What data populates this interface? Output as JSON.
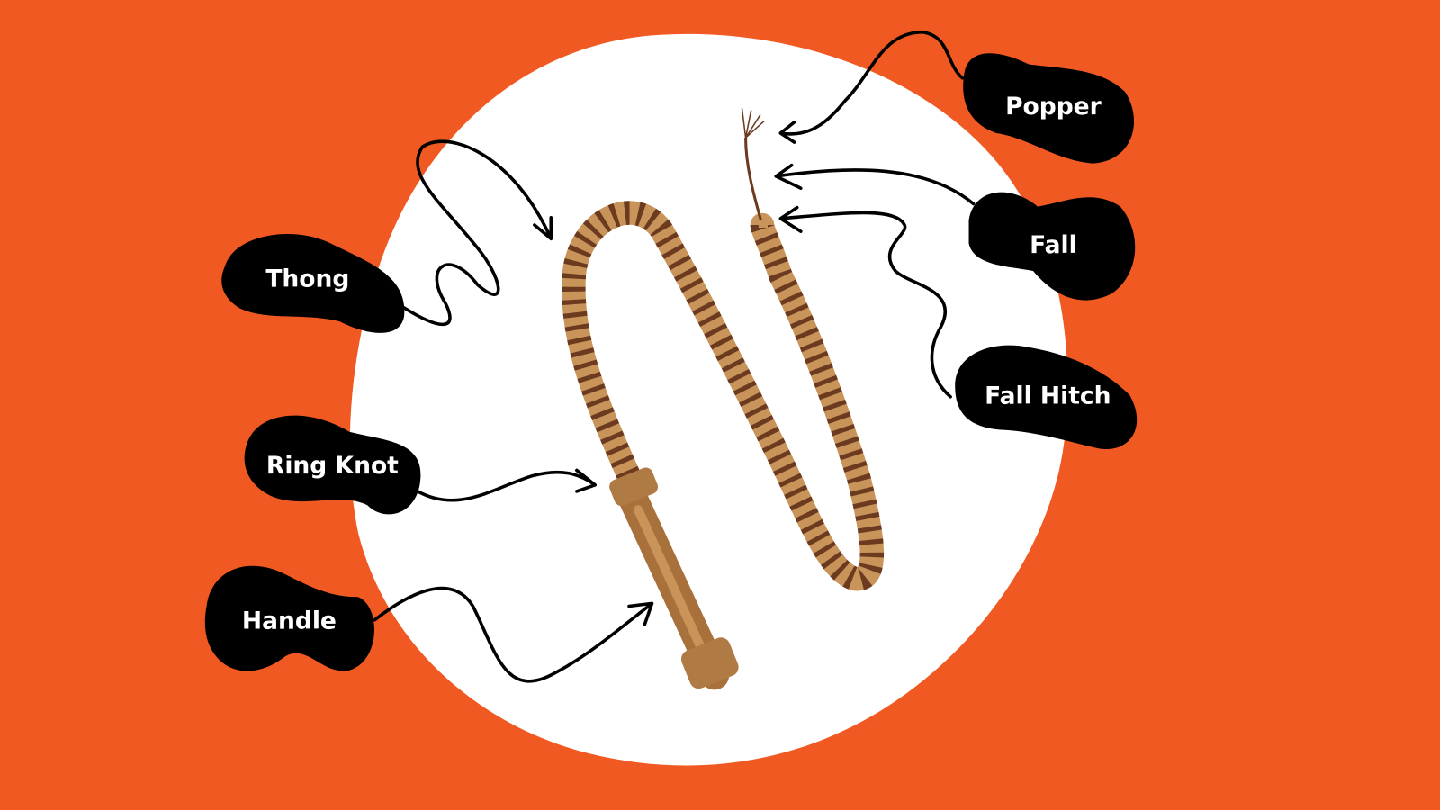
{
  "colors": {
    "background": "#F05A22",
    "circle": "#FFFFFF",
    "blob": "#000000",
    "whip_dark": "#6B3A1F",
    "whip_light": "#C8945A",
    "handle": "#A8703A"
  },
  "labels": {
    "thong": "Thong",
    "ring_knot": "Ring Knot",
    "handle": "Handle",
    "popper": "Popper",
    "fall": "Fall",
    "fall_hitch": "Fall Hitch"
  }
}
